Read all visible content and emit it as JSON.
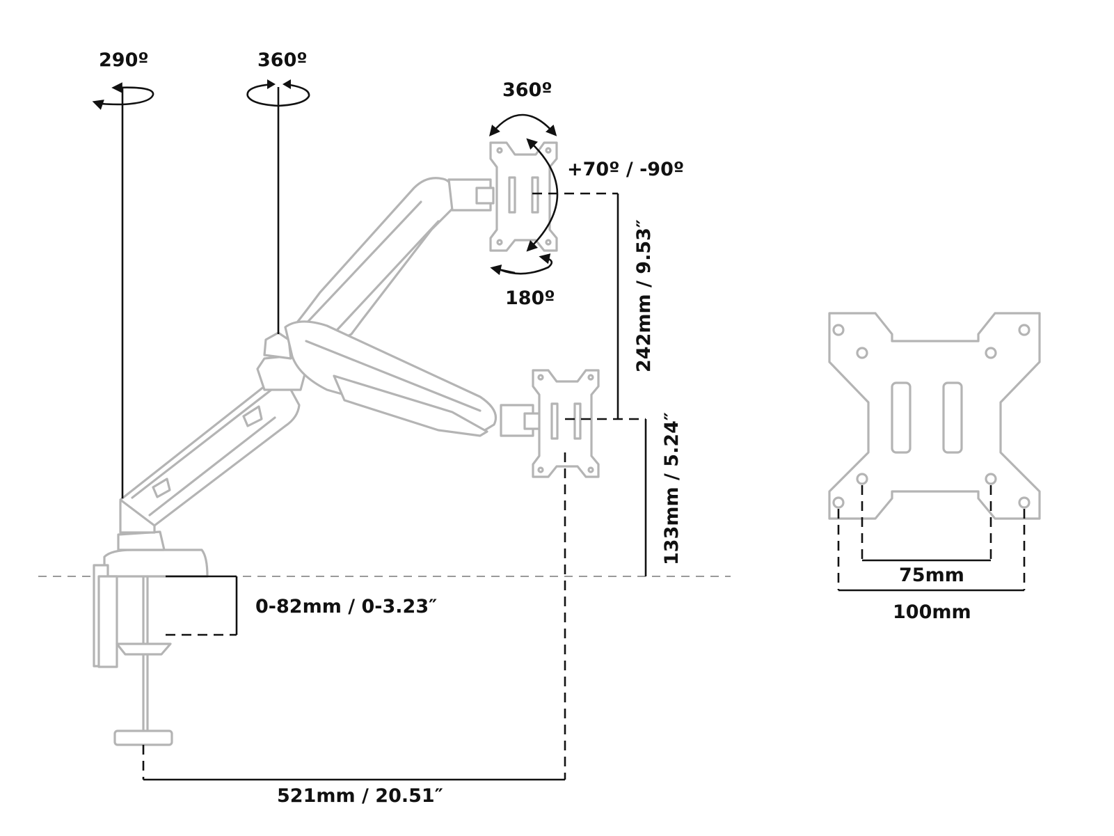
{
  "rotation_labels": {
    "base_swivel": "290º",
    "elbow_swivel": "360º",
    "screen_rotation": "360º",
    "tilt": "+70º / -90º",
    "swivel": "180º"
  },
  "dimensions": {
    "upper_height": "242mm / 9.53″",
    "lower_height": "133mm / 5.24″",
    "desk_thickness": "0-82mm / 0-3.23″",
    "reach": "521mm / 20.51″"
  },
  "vesa": {
    "small": "75mm",
    "large": "100mm"
  },
  "colors": {
    "outline": "#b4b4b4",
    "dimension": "#111111",
    "desk_line": "#9a9a9a"
  }
}
